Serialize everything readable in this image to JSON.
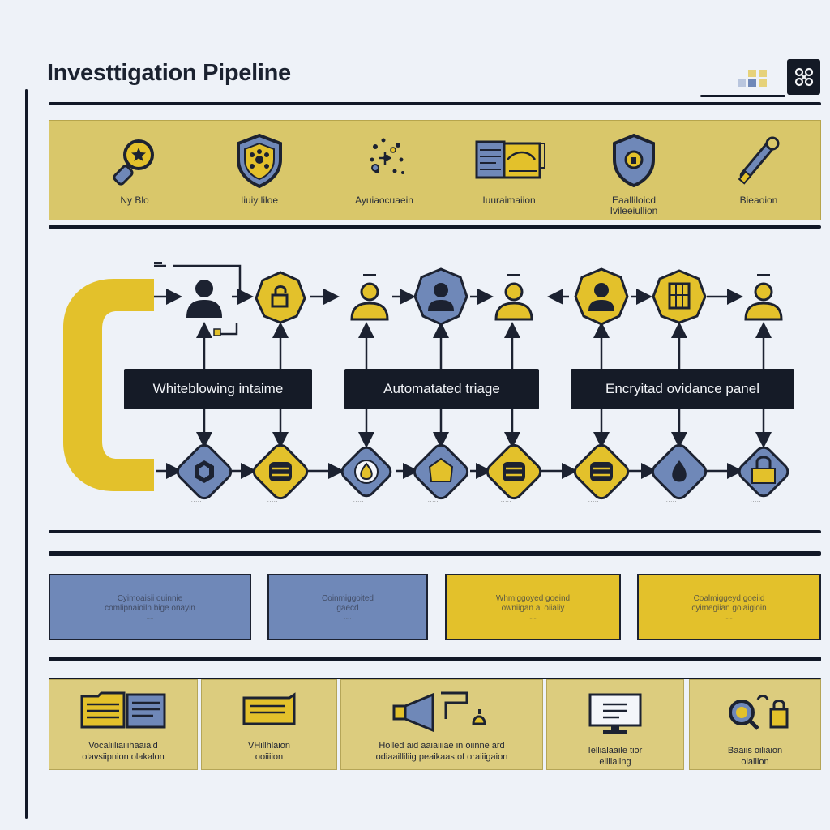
{
  "header": {
    "title": "Investtigation Pipeline"
  },
  "top_strip": {
    "items": [
      {
        "label": "Ny Blo",
        "icon": "magnifier-star-icon"
      },
      {
        "label": "Iiuiy liloe",
        "icon": "shield-network-icon"
      },
      {
        "label": "Ayuiaocuaein",
        "icon": "molecule-icon"
      },
      {
        "label": "Iuuraimaiion",
        "icon": "evidence-board-icon"
      },
      {
        "label": "Eaalliloicd\nIvileeiullion",
        "icon": "shield-lock-icon"
      },
      {
        "label": "Bieaoion",
        "icon": "wrench-icon"
      }
    ]
  },
  "diagram": {
    "stages": [
      {
        "label": "Whiteblowing intaime"
      },
      {
        "label": "Automatated triage"
      },
      {
        "label": "Encryitad ovidance panel"
      }
    ],
    "top_nodes": [
      {
        "icon": "person-icon",
        "style": "plain"
      },
      {
        "icon": "lock-badge-icon",
        "style": "yellow-hex"
      },
      {
        "icon": "person-icon",
        "style": "plain"
      },
      {
        "icon": "person-badge-icon",
        "style": "blue-hex"
      },
      {
        "icon": "person-icon",
        "style": "plain"
      },
      {
        "icon": "person-badge-icon",
        "style": "yellow-hex"
      },
      {
        "icon": "cage-badge-icon",
        "style": "yellow-hex"
      },
      {
        "icon": "person-icon",
        "style": "plain"
      }
    ],
    "bottom_nodes": [
      {
        "icon": "hex-nut-icon",
        "style": "blue",
        "caption": "....."
      },
      {
        "icon": "stack-icon",
        "style": "yellow",
        "caption": "....."
      },
      {
        "icon": "drop-icon",
        "style": "blue-light",
        "caption": "....."
      },
      {
        "icon": "tag-icon",
        "style": "blue",
        "caption": "....."
      },
      {
        "icon": "stack-icon",
        "style": "yellow",
        "caption": "....."
      },
      {
        "icon": "stack-icon",
        "style": "yellow",
        "caption": "....."
      },
      {
        "icon": "drop-icon",
        "style": "blue",
        "caption": "....."
      },
      {
        "icon": "padlock-icon",
        "style": "blue",
        "caption": "....."
      }
    ]
  },
  "cards": [
    {
      "title": "Cyimoaisii ouinnie\ncomlipnaioiln bige onayin",
      "sub": ".....",
      "color": "#6f88b8"
    },
    {
      "title": "Coinmiggoited\ngaecd",
      "sub": ".....",
      "color": "#6f88b8"
    },
    {
      "title": "Whmiggoyed goeind\nowniigan al oiialiy",
      "sub": ".....",
      "color": "#e3c12b"
    },
    {
      "title": "Coalmiggeyd goeiid\ncyimegiian goiaigioin",
      "sub": ".....",
      "color": "#e3c12b"
    }
  ],
  "tiles": [
    {
      "label": "Vocaliiliaiiihaaiaid\nolavsiipnion olakalon",
      "icon": "folders-icon"
    },
    {
      "label": "VHillhlaion\nooiiiion",
      "icon": "folder-icon"
    },
    {
      "label": "Holled aid aaiaiiiae in oiinne ard\nodiaailliliig peaikaas of oraiiigaion",
      "icon": "megaphone-icon"
    },
    {
      "label": "Iellialaaile tior\nellilaling",
      "icon": "monitor-icon"
    },
    {
      "label": "Baaiis oiliaion\nolailion",
      "icon": "search-lock-icon"
    }
  ],
  "colors": {
    "yellow": "#e3c12b",
    "blue": "#6f88b8",
    "dark": "#151b27",
    "strip": "#d9c76a"
  }
}
